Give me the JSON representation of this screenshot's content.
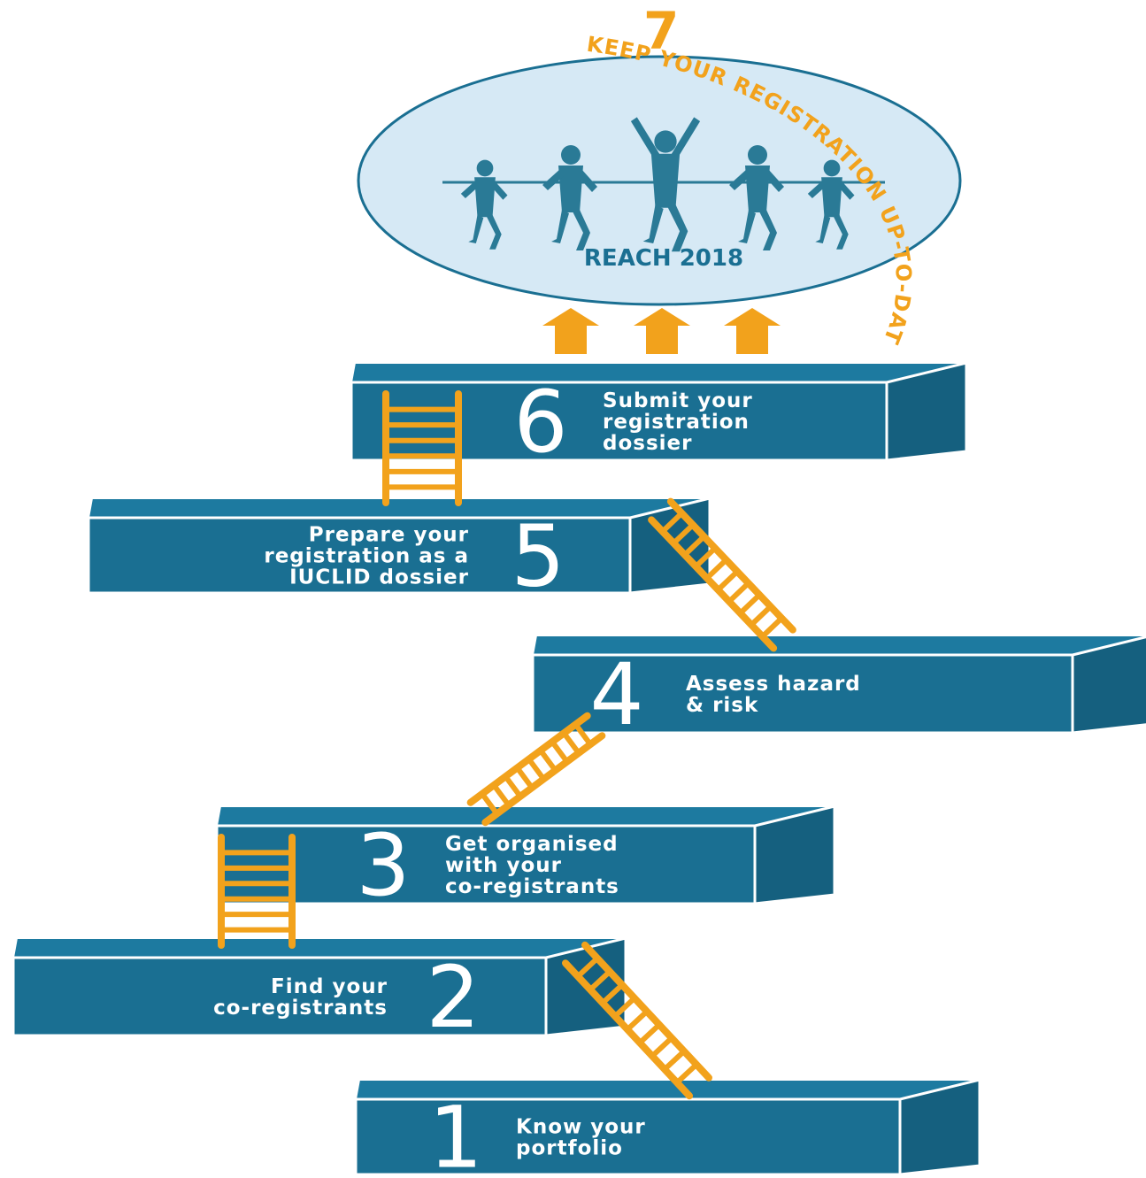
{
  "colors": {
    "box_front": "#1a6f92",
    "box_top": "#1d7aa0",
    "box_side": "#15607f",
    "edge": "#ffffff",
    "ladder": "#f2a21c",
    "circle_fill": "#d6e9f5",
    "circle_stroke": "#1a6f92",
    "runners": "#2a7a96",
    "goal_text": "#f2a21c",
    "reach_text": "#1a6f92",
    "text": "#ffffff"
  },
  "goal": {
    "number": "7",
    "text": "KEEP YOUR REGISTRATION UP-TO-DATE",
    "badge": "REACH 2018"
  },
  "steps": [
    {
      "number": "1",
      "lines": [
        "Know your",
        "portfolio"
      ]
    },
    {
      "number": "2",
      "lines": [
        "Find your",
        "co-registrants"
      ]
    },
    {
      "number": "3",
      "lines": [
        "Get organised",
        "with your",
        "co-registrants"
      ]
    },
    {
      "number": "4",
      "lines": [
        "Assess hazard",
        "& risk"
      ]
    },
    {
      "number": "5",
      "lines": [
        "Prepare your",
        "registration as a",
        "IUCLID dossier"
      ]
    },
    {
      "number": "6",
      "lines": [
        "Submit your",
        "registration",
        "dossier"
      ]
    }
  ]
}
